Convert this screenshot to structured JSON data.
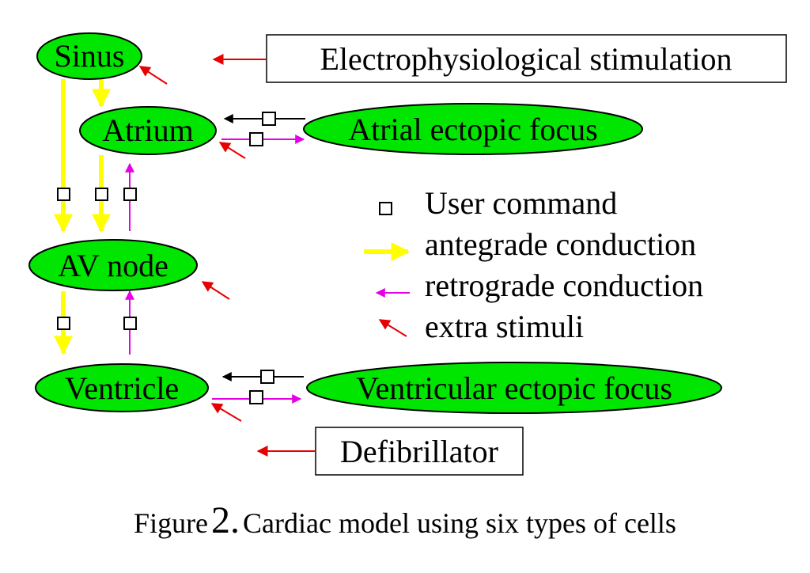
{
  "nodes": {
    "sinus": "Sinus",
    "atrium": "Atrium",
    "av_node": "AV node",
    "ventricle": "Ventricle",
    "atrial_ectopic": "Atrial ectopic focus",
    "ventricular_ectopic": "Ventricular ectopic focus"
  },
  "boxes": {
    "stimulation": "Electrophysiological stimulation",
    "defibrillator": "Defibrillator"
  },
  "legend": {
    "user_command": "User command",
    "antegrade": "antegrade conduction",
    "retrograde": "retrograde conduction",
    "extra_stimuli": "extra stimuli"
  },
  "caption": {
    "figure_word": "Figure",
    "figure_number": "2.",
    "text": "Cardiac model using six types of cells"
  },
  "colors": {
    "node_fill": "#00e600",
    "antegrade": "#ffff00",
    "retrograde": "#e600e6",
    "extra_stimuli": "#e60000",
    "command_arrow": "#000000"
  }
}
